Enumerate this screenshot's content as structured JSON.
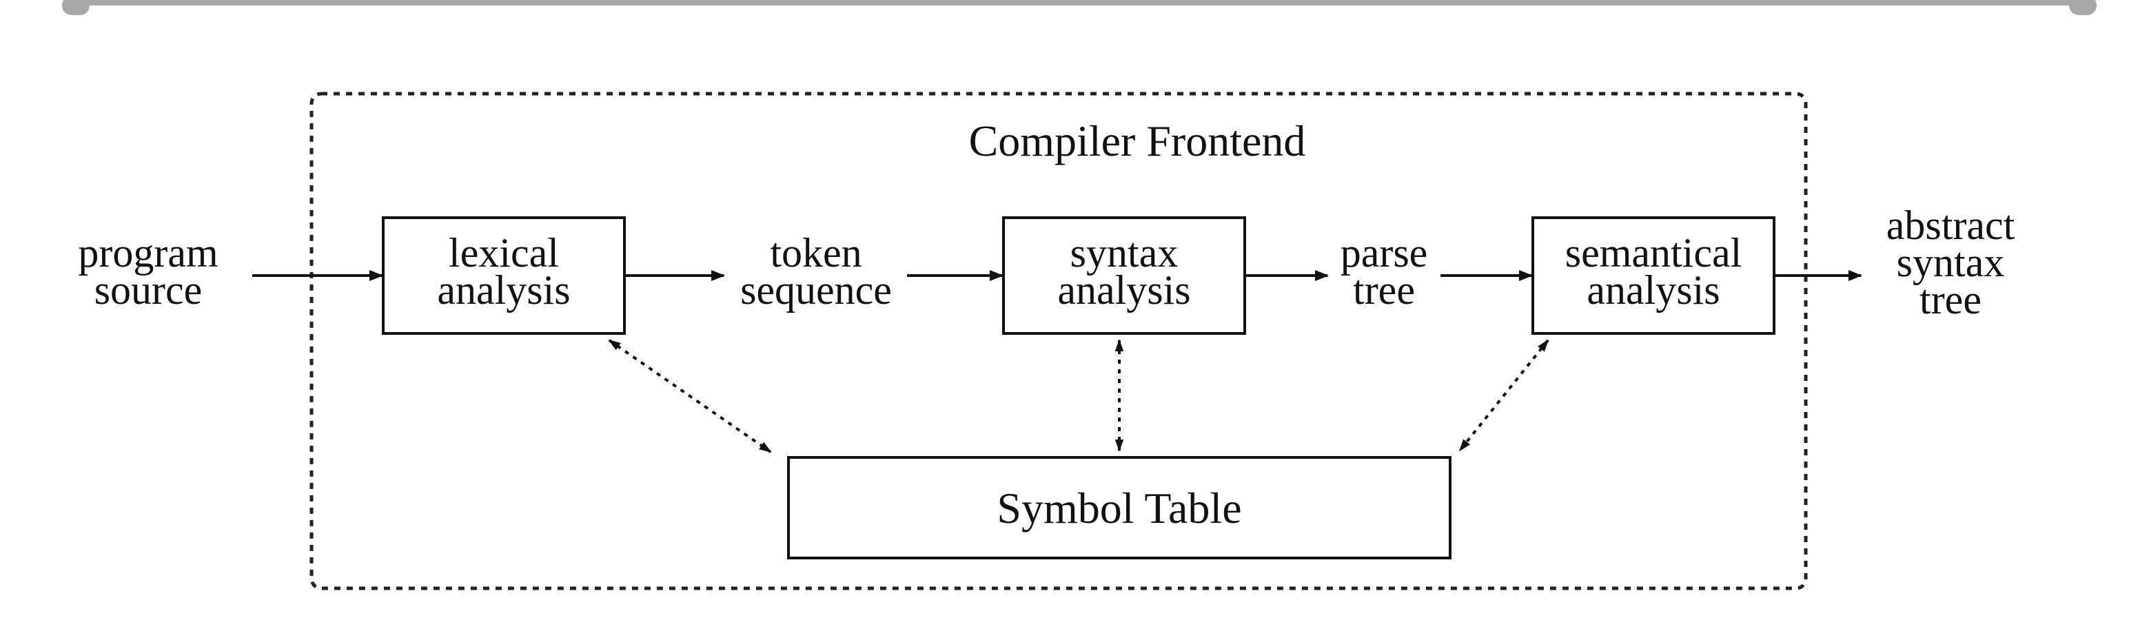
{
  "diagram": {
    "frame_title": "Compiler Frontend",
    "input": [
      "program",
      "source"
    ],
    "stages": [
      {
        "id": "lexical",
        "lines": [
          "lexical",
          "analysis"
        ]
      },
      {
        "id": "syntax",
        "lines": [
          "syntax",
          "analysis"
        ]
      },
      {
        "id": "semantical",
        "lines": [
          "semantical",
          "analysis"
        ]
      }
    ],
    "intermediates": [
      {
        "id": "token-sequence",
        "lines": [
          "token",
          "sequence"
        ]
      },
      {
        "id": "parse-tree",
        "lines": [
          "parse",
          "tree"
        ]
      }
    ],
    "output": [
      "abstract",
      "syntax",
      "tree"
    ],
    "symbol_table": "Symbol Table"
  },
  "colors": {
    "ink": "#111111",
    "frame_dash": "#222222",
    "top_bar": "#a8a8a8"
  }
}
